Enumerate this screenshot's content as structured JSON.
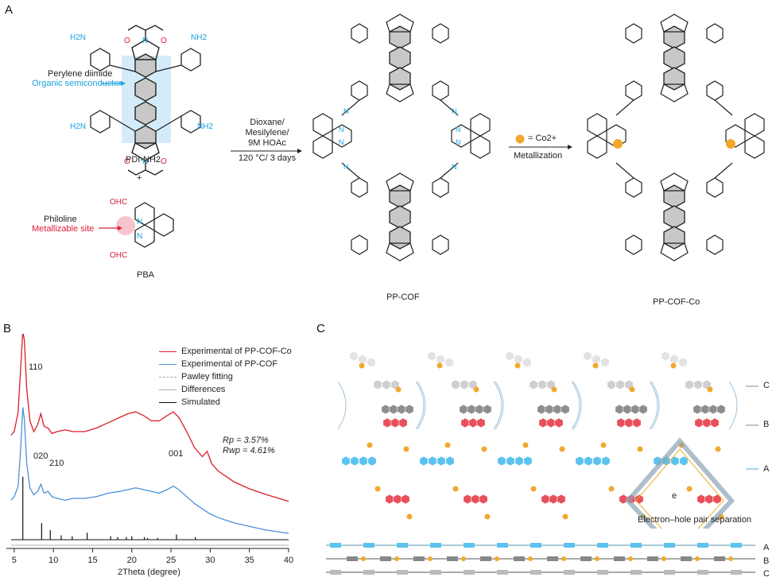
{
  "panelA": {
    "letter": "A",
    "monomer1": {
      "name": "PDI-NH2",
      "annotation_title": "Perylene diimide",
      "annotation_sub": "Organic semiconductor",
      "amine_label": "H2N",
      "amine_label_right": "NH2"
    },
    "plus": "+",
    "monomer2": {
      "name": "PBA",
      "annotation_title": "Philoline",
      "annotation_sub": "Metallizable site",
      "aldehyde_label": "OHC"
    },
    "conditions": [
      "Dioxane/",
      "Mesilylene/",
      "9M HOAc",
      "120 °C/ 3 days"
    ],
    "product1": "PP-COF",
    "metal_legend": "= Co2+",
    "metallization": "Metallization",
    "product2": "PP-COF-Co"
  },
  "panelB": {
    "letter": "B",
    "legend": [
      {
        "label": "Experimental of PP-COF-Co",
        "color": "#d81e2a",
        "dash": false
      },
      {
        "label": "Experimental of PP-COF",
        "color": "#4a90d9",
        "dash": false
      },
      {
        "label": "Pawley fitting",
        "color": "#aaaaaa",
        "dash": true
      },
      {
        "label": "Differences",
        "color": "#b0b0b0",
        "dash": false
      },
      {
        "label": "Simulated",
        "color": "#111111",
        "dash": false
      }
    ],
    "rp": "Rp = 3.57%",
    "rwp": "Rwp = 4.61%",
    "peak_labels": [
      "110",
      "020",
      "210",
      "001"
    ]
  },
  "chart_data": {
    "type": "line",
    "xlabel": "2Theta (degree)",
    "ylabel": "",
    "xlim": [
      4,
      40
    ],
    "xticks": [
      5,
      10,
      15,
      20,
      25,
      30,
      35,
      40
    ],
    "series": [
      {
        "name": "Experimental of PP-COF-Co",
        "x": [
          4.6,
          5.0,
          5.5,
          5.8,
          6.1,
          6.3,
          6.6,
          7.0,
          7.5,
          8.0,
          8.4,
          8.8,
          9.3,
          9.8,
          10.5,
          11.5,
          12.5,
          14,
          15.5,
          17,
          18.5,
          19.5,
          20.5,
          21.5,
          22.5,
          23.5,
          24.5,
          25.3,
          26.0,
          27,
          28,
          29,
          29.6,
          30.2,
          31,
          33,
          35,
          37,
          40
        ],
        "y": [
          0.42,
          0.44,
          0.55,
          0.78,
          1.0,
          0.95,
          0.68,
          0.5,
          0.44,
          0.48,
          0.54,
          0.47,
          0.46,
          0.43,
          0.44,
          0.45,
          0.44,
          0.44,
          0.46,
          0.49,
          0.52,
          0.54,
          0.55,
          0.53,
          0.5,
          0.5,
          0.53,
          0.55,
          0.52,
          0.44,
          0.35,
          0.3,
          0.33,
          0.26,
          0.22,
          0.16,
          0.12,
          0.09,
          0.05
        ]
      },
      {
        "name": "Experimental of PP-COF",
        "x": [
          4.6,
          5.0,
          5.5,
          5.8,
          6.1,
          6.3,
          6.6,
          7.0,
          7.5,
          8.0,
          8.4,
          8.8,
          9.3,
          9.8,
          10.5,
          11.5,
          12.5,
          14,
          15.5,
          17,
          18.5,
          19.5,
          20.5,
          21.5,
          22.5,
          23.5,
          24.5,
          25.3,
          26.0,
          27,
          28,
          29,
          30,
          31,
          33,
          35,
          37,
          40
        ],
        "y": [
          0.24,
          0.26,
          0.32,
          0.52,
          0.77,
          0.7,
          0.45,
          0.31,
          0.27,
          0.29,
          0.33,
          0.28,
          0.29,
          0.26,
          0.25,
          0.24,
          0.25,
          0.25,
          0.26,
          0.28,
          0.29,
          0.3,
          0.31,
          0.3,
          0.29,
          0.28,
          0.3,
          0.32,
          0.3,
          0.26,
          0.22,
          0.19,
          0.16,
          0.14,
          0.11,
          0.09,
          0.07,
          0.05
        ]
      },
      {
        "name": "Simulated",
        "peaks_x": [
          6.1,
          8.5,
          9.6,
          11.0,
          12.4,
          14.3,
          17.3,
          18.2,
          19.3,
          20.0,
          21.6,
          22.0,
          23.3,
          25.7,
          28.1
        ],
        "peaks_y": [
          0.72,
          0.19,
          0.11,
          0.05,
          0.04,
          0.08,
          0.04,
          0.03,
          0.03,
          0.04,
          0.03,
          0.02,
          0.02,
          0.06,
          0.03
        ]
      }
    ]
  },
  "panelC": {
    "letter": "C",
    "layer_labels_top": [
      "C",
      "B",
      "A"
    ],
    "caption": "Electron–hole pair separation",
    "electron_symbol": "e",
    "layer_labels_bottom": [
      "A",
      "B",
      "C"
    ]
  },
  "colors": {
    "pdi_blue": "#5bc3ef",
    "pdi_red": "#e8505b",
    "pdi_grey": "#8e8e8e",
    "cobalt": "#f0a92d",
    "amine_blue": "#1aa0e0",
    "oxygen_red": "#d81e3c"
  }
}
